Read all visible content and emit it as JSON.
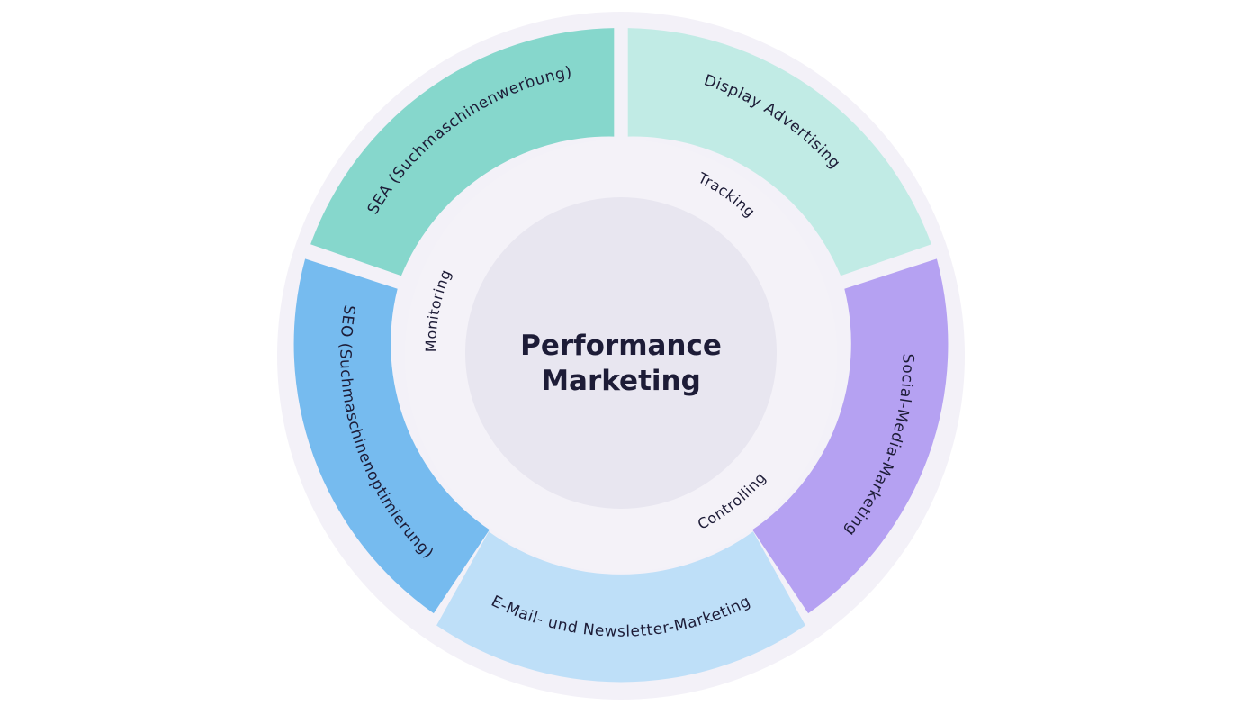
{
  "center": {
    "title_line1": "Performance",
    "title_line2": "Marketing"
  },
  "segments": [
    {
      "label": "SEA (Suchmaschinenwerbung)",
      "color": "#86d7cc"
    },
    {
      "label": "Display Advertising",
      "color": "#c1ebe5"
    },
    {
      "label": "Social-Media-Marketing",
      "color": "#b5a1f2"
    },
    {
      "label": "E-Mail- und Newsletter-Marketing",
      "color": "#bedff8"
    },
    {
      "label": "SEO (Suchmaschinenoptimierung)",
      "color": "#76bbef"
    }
  ],
  "ring_labels": [
    "Tracking",
    "Controlling",
    "Monitoring"
  ],
  "colors": {
    "outer_ring": "#f3f1f8",
    "inner_ring": "#f4f2f8",
    "core": "#e8e6f0",
    "text": "#1d1c37"
  }
}
